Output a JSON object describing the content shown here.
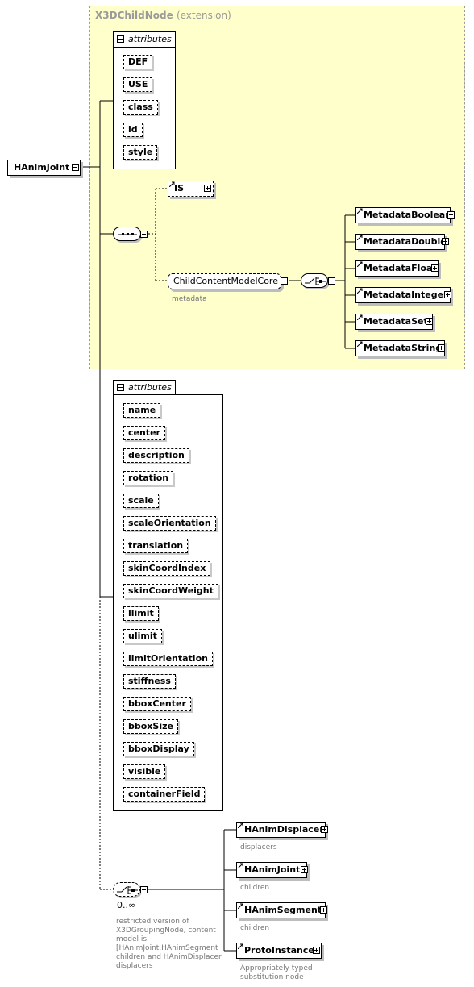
{
  "extension": {
    "title": "X3DChildNode",
    "subtitle": "(extension)"
  },
  "root": {
    "label": "HAnimJoint"
  },
  "inherited_attributes": {
    "label": "attributes",
    "items": [
      "DEF",
      "USE",
      "class",
      "id",
      "style"
    ]
  },
  "is_element": {
    "label": "IS"
  },
  "content_group": {
    "label": "ChildContentModelCore",
    "note": "metadata"
  },
  "metadata_elements": [
    "MetadataBoolean",
    "MetadataDouble",
    "MetadataFloat",
    "MetadataInteger",
    "MetadataSet",
    "MetadataString"
  ],
  "own_attributes": {
    "label": "attributes",
    "items": [
      "name",
      "center",
      "description",
      "rotation",
      "scale",
      "scaleOrientation",
      "translation",
      "skinCoordIndex",
      "skinCoordWeight",
      "llimit",
      "ulimit",
      "limitOrientation",
      "stiffness",
      "bboxCenter",
      "bboxSize",
      "bboxDisplay",
      "visible",
      "containerField"
    ]
  },
  "children_choice": {
    "multiplicity": "0..∞",
    "note_lines": [
      "restricted version of",
      "X3DGroupingNode, content",
      "model is",
      "[HAnimJoint,HAnimSegment",
      "children and HAnimDisplacer",
      "displacers"
    ]
  },
  "children_elements": [
    {
      "label": "HAnimDisplacer",
      "note": "displacers"
    },
    {
      "label": "HAnimJoint",
      "note": "children"
    },
    {
      "label": "HAnimSegment",
      "note": "children"
    },
    {
      "label": "ProtoInstance",
      "note_lines": [
        "Appropriately typed",
        "substitution node"
      ]
    }
  ]
}
